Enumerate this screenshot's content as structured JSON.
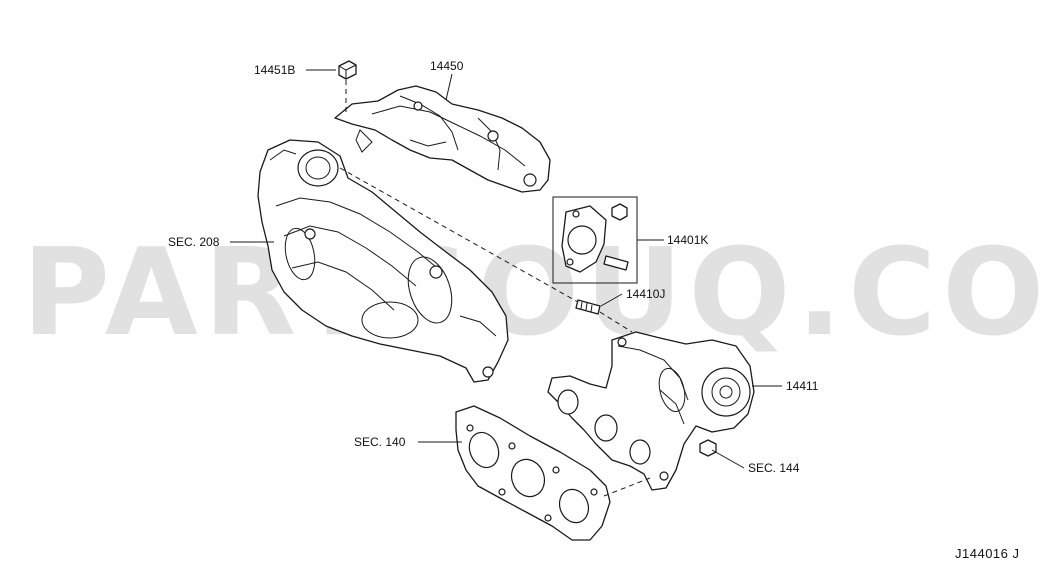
{
  "watermark": {
    "text": "PARTSOUQ.COM"
  },
  "callouts": {
    "p14451B": "14451B",
    "p14450": "14450",
    "sec208": "SEC. 208",
    "p14401K": "14401K",
    "p14410J": "14410J",
    "p14411": "14411",
    "sec140": "SEC. 140",
    "sec144": "SEC. 144"
  },
  "diagram_id": "J144016 J",
  "colors": {
    "line": "#1a1a1a",
    "background": "#ffffff",
    "watermark": "#c8c8c8"
  }
}
